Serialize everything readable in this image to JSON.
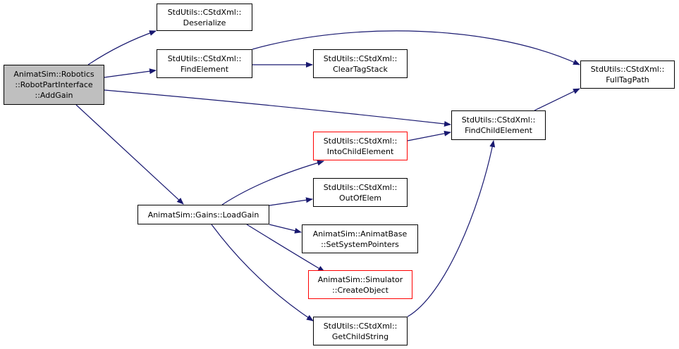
{
  "colors": {
    "edge": "#191970",
    "root_fill": "#bfbfbf",
    "red_border": "#ff0000",
    "border": "#000000"
  },
  "nodes": {
    "addgain": {
      "lines": [
        "AnimatSim::Robotics",
        "::RobotPartInterface",
        "::AddGain"
      ],
      "style": "root"
    },
    "deserialize": {
      "lines": [
        "StdUtils::CStdXml::",
        "Deserialize"
      ],
      "style": "normal"
    },
    "findelement": {
      "lines": [
        "StdUtils::CStdXml::",
        "FindElement"
      ],
      "style": "normal"
    },
    "cleartagstack": {
      "lines": [
        "StdUtils::CStdXml::",
        "ClearTagStack"
      ],
      "style": "normal"
    },
    "fulltagpath": {
      "lines": [
        "StdUtils::CStdXml::",
        "FullTagPath"
      ],
      "style": "normal"
    },
    "findchild": {
      "lines": [
        "StdUtils::CStdXml::",
        "FindChildElement"
      ],
      "style": "normal"
    },
    "intochild": {
      "lines": [
        "StdUtils::CStdXml::",
        "IntoChildElement"
      ],
      "style": "red"
    },
    "outofelem": {
      "lines": [
        "StdUtils::CStdXml::",
        "OutOfElem"
      ],
      "style": "normal"
    },
    "loadgain": {
      "lines": [
        "AnimatSim::Gains::LoadGain"
      ],
      "style": "normal"
    },
    "setsyspointers": {
      "lines": [
        "AnimatSim::AnimatBase",
        "::SetSystemPointers"
      ],
      "style": "normal"
    },
    "createobject": {
      "lines": [
        "AnimatSim::Simulator",
        "::CreateObject"
      ],
      "style": "red"
    },
    "getchildstring": {
      "lines": [
        "StdUtils::CStdXml::",
        "GetChildString"
      ],
      "style": "normal"
    }
  },
  "edges": [
    {
      "from": "addgain",
      "to": "deserialize"
    },
    {
      "from": "addgain",
      "to": "findelement"
    },
    {
      "from": "addgain",
      "to": "findchild"
    },
    {
      "from": "addgain",
      "to": "loadgain"
    },
    {
      "from": "findelement",
      "to": "cleartagstack"
    },
    {
      "from": "findelement",
      "to": "fulltagpath"
    },
    {
      "from": "findchild",
      "to": "fulltagpath"
    },
    {
      "from": "intochild",
      "to": "findchild"
    },
    {
      "from": "getchildstring",
      "to": "findchild"
    },
    {
      "from": "loadgain",
      "to": "intochild"
    },
    {
      "from": "loadgain",
      "to": "outofelem"
    },
    {
      "from": "loadgain",
      "to": "setsyspointers"
    },
    {
      "from": "loadgain",
      "to": "createobject"
    },
    {
      "from": "loadgain",
      "to": "getchildstring"
    }
  ]
}
